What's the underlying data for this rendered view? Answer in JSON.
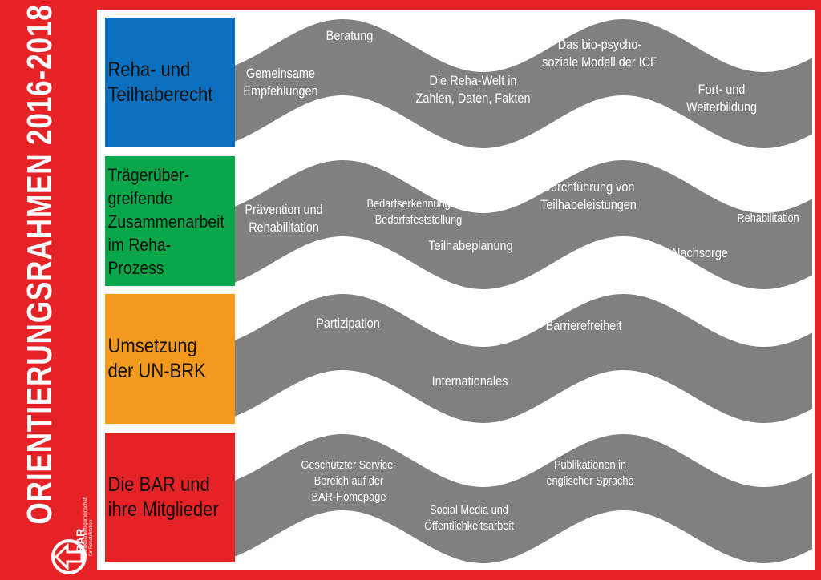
{
  "title": "ORIENTIERUNGSRAHMEN 2016-2018",
  "colors": {
    "background": "#e52225",
    "wave": "#808080",
    "blue": "#0a6fbf",
    "green": "#0aa64a",
    "orange": "#f39a1e",
    "red": "#e52225"
  },
  "logo": {
    "name": "BAR",
    "subtitle": "Bundesarbeitsgemeinschaft\nfür Rehabilitation",
    "icon": "bar-arrow-circle-icon"
  },
  "rows": [
    {
      "category": "Reha- und\nTeilhaberecht",
      "topics": [
        "Beratung",
        "Gemeinsame\nEmpfehlungen",
        "Die Reha-Welt in\nZahlen, Daten, Fakten",
        "Das bio-psycho-\nsoziale Modell der ICF",
        "Fort- und\nWeiterbildung"
      ]
    },
    {
      "category": "Trägerüber-\ngreifende\nZusammenarbeit\nim Reha-Prozess",
      "topics": [
        "Prävention und\nRehabilitation",
        "Bedarfserkennung und\nBedarfsfeststellung",
        "Teilhabeplanung",
        "Durchführung von\nTeilhabeleistungen",
        "Nachsorge",
        "Pflege und\nRehabilitation"
      ]
    },
    {
      "category": "Umsetzung\nder UN-BRK",
      "topics": [
        "Partizipation",
        "Barrierefreiheit",
        "Internationales"
      ]
    },
    {
      "category": "Die BAR und\nihre Mitglieder",
      "topics": [
        "Geschützter Service-\nBereich auf der\nBAR-Homepage",
        "Social Media und\nÖffentlichkeitsarbeit",
        "Publikationen in\nenglischer Sprache"
      ]
    }
  ]
}
